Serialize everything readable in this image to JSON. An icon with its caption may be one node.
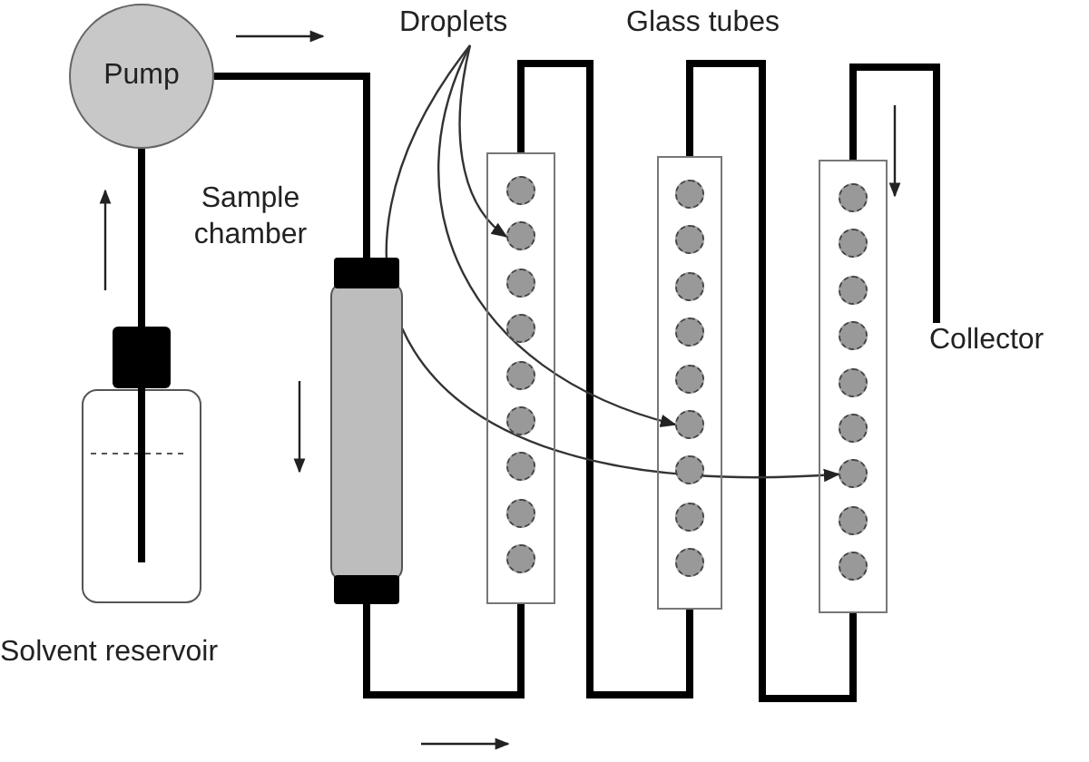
{
  "diagram": {
    "nodes": [
      {
        "text": [
          "Pump"
        ]
      },
      {
        "text": [],
        "shape": "cylinder",
        "beside": [
          "Sample chamber"
        ]
      },
      {
        "text": [],
        "shape": "bottle",
        "beside": [
          "Solvent reservoir"
        ]
      },
      {
        "text": [
          "Droplets"
        ]
      },
      {
        "text": [],
        "shape": "tube"
      },
      {
        "text": [],
        "shape": "circle",
        "in": 4
      },
      {
        "text": [],
        "shape": "circle",
        "in": 4
      },
      {
        "text": [],
        "shape": "circle",
        "in": 4
      },
      {
        "text": [],
        "shape": "circle",
        "in": 4
      },
      {
        "text": [],
        "shape": "circle",
        "in": 4
      },
      {
        "text": [],
        "shape": "circle",
        "in": 4
      },
      {
        "text": [],
        "shape": "circle",
        "in": 4
      },
      {
        "text": [],
        "shape": "circle",
        "in": 4
      },
      {
        "text": [],
        "shape": "circle",
        "in": 4
      },
      {
        "text": [],
        "shape": "tube"
      },
      {
        "text": [],
        "shape": "circle",
        "in": 14
      },
      {
        "text": [],
        "shape": "circle",
        "in": 14
      },
      {
        "text": [],
        "shape": "circle",
        "in": 14
      },
      {
        "text": [],
        "shape": "circle",
        "in": 14
      },
      {
        "text": [],
        "shape": "circle",
        "in": 14
      },
      {
        "text": [],
        "shape": "circle",
        "in": 14
      },
      {
        "text": [],
        "shape": "circle",
        "in": 14
      },
      {
        "text": [],
        "shape": "circle",
        "in": 14
      },
      {
        "text": [],
        "shape": "circle",
        "in": 14
      },
      {
        "text": [],
        "shape": "tube"
      },
      {
        "text": [],
        "shape": "circle",
        "in": 24
      },
      {
        "text": [],
        "shape": "circle",
        "in": 24
      },
      {
        "text": [],
        "shape": "circle",
        "in": 24
      },
      {
        "text": [],
        "shape": "circle",
        "in": 24
      },
      {
        "text": [],
        "shape": "circle",
        "in": 24
      },
      {
        "text": [],
        "shape": "circle",
        "in": 24
      },
      {
        "text": [],
        "shape": "circle",
        "in": 24
      },
      {
        "text": [],
        "shape": "circle",
        "in": 24
      },
      {
        "text": [],
        "shape": "circle",
        "in": 24
      },
      {
        "text": [
          "Collector"
        ]
      }
    ],
    "edges": [
      {
        "from": 2,
        "to": 0,
        "arrow": "none"
      },
      {
        "from": 0,
        "to": 1,
        "arrow": "none"
      },
      {
        "from": 1,
        "to": 4,
        "arrow": "none"
      },
      {
        "from": 4,
        "to": 14,
        "arrow": "none"
      },
      {
        "from": 14,
        "to": 24,
        "arrow": "none"
      },
      {
        "from": 24,
        "to": 34,
        "arrow": "none"
      },
      {
        "from": 3,
        "to": 6,
        "arrow": "to"
      },
      {
        "from": 3,
        "to": 20,
        "arrow": "to"
      },
      {
        "from": 3,
        "to": 31,
        "arrow": "to"
      }
    ],
    "labels": [
      "Glass tubes"
    ]
  }
}
